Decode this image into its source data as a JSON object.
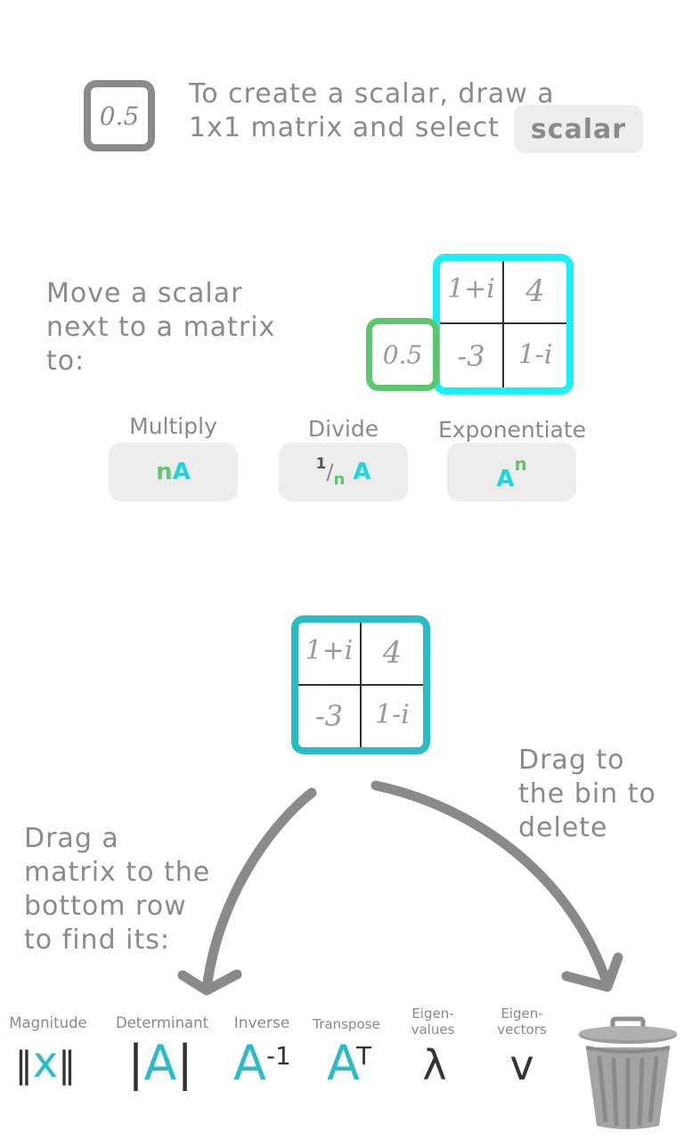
{
  "scalar_hint": {
    "example_value": "0.5",
    "line1": "To create a scalar, draw a",
    "line2": "1x1 matrix and select",
    "button": "scalar"
  },
  "move_hint": {
    "line1": "Move a scalar",
    "line2": "next to a matrix",
    "line3": "to:",
    "scalar_value": "0.5",
    "matrix": [
      "1+i",
      "4",
      "-3",
      "1-i"
    ]
  },
  "operations": [
    {
      "label": "Multiply",
      "symbol_n": "n",
      "symbol_a": "A"
    },
    {
      "label": "Divide",
      "numerator": "1",
      "slash": "/",
      "denominator": "n",
      "symbol_a": "A"
    },
    {
      "label": "Exponentiate",
      "symbol_a": "A",
      "exponent": "n"
    }
  ],
  "example_matrix": [
    "1+i",
    "4",
    "-3",
    "1-i"
  ],
  "drag_row_hint": {
    "line1": "Drag a",
    "line2": "matrix to the",
    "line3": "bottom row",
    "line4": "to find its:"
  },
  "drag_bin_hint": {
    "line1": "Drag to",
    "line2": "the bin to",
    "line3": "delete"
  },
  "bottom_row": [
    {
      "label": "Magnitude",
      "glyph_left": "‖",
      "glyph_mid": "x",
      "glyph_right": "‖"
    },
    {
      "label": "Determinant",
      "glyph_left": "|",
      "glyph_mid": "A",
      "glyph_right": "|"
    },
    {
      "label": "Inverse",
      "glyph": "A",
      "sup": "-1"
    },
    {
      "label": "Transpose",
      "glyph": "A",
      "sup": "T"
    },
    {
      "label_line1": "Eigen-",
      "label_line2": "values",
      "glyph": "λ"
    },
    {
      "label_line1": "Eigen-",
      "label_line2": "vectors",
      "glyph": "v"
    }
  ],
  "icons": {
    "bin": "trash-bin-icon"
  },
  "colors": {
    "text": "#8a8a8a",
    "cyan": "#19d7e0",
    "teal": "#27bcc8",
    "green": "#5bc870",
    "button_bg": "#ededed"
  }
}
